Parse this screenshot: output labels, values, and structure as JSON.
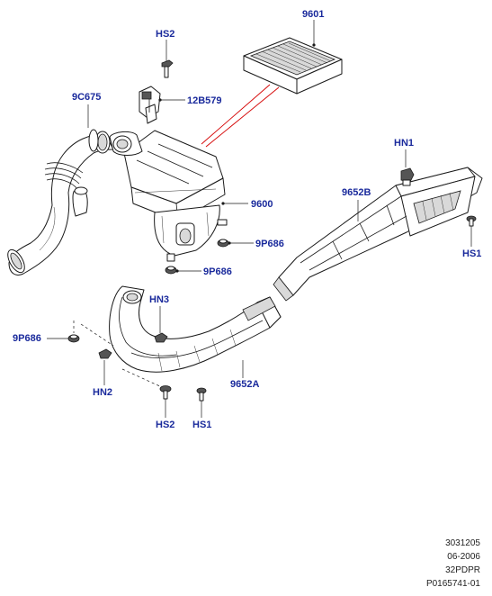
{
  "callouts": {
    "filter": "9601",
    "hs2_top": "HS2",
    "sensor": "12B579",
    "hose": "9C675",
    "housing": "9600",
    "hn1": "HN1",
    "duct_b": "9652B",
    "hs1_right": "HS1",
    "grommet_right_upper": "9P686",
    "grommet_right_lower": "9P686",
    "hn3": "HN3",
    "grommet_left": "9P686",
    "hn2": "HN2",
    "duct_a": "9652A",
    "hs2_bottom": "HS2",
    "hs1_bottom": "HS1"
  },
  "footer": {
    "line1": "3031205",
    "line2": "06-2006",
    "line3": "32PDPR",
    "line4": "P0165741-01"
  }
}
